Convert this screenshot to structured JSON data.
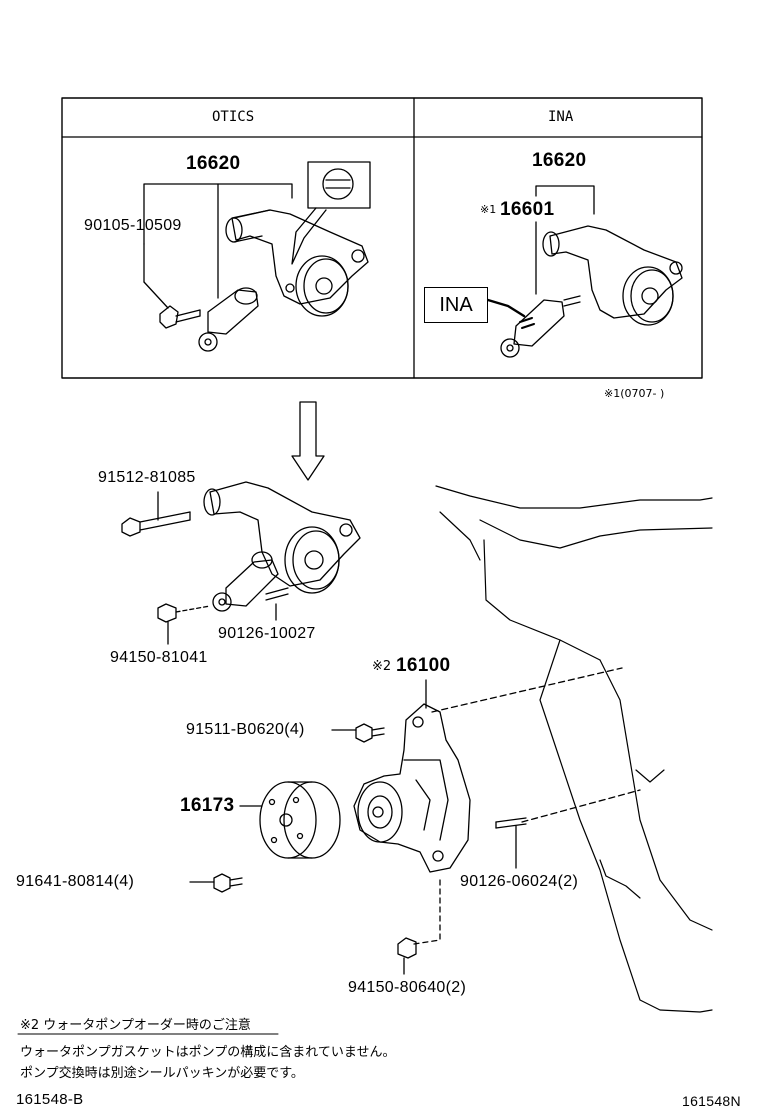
{
  "table": {
    "col1_header": "OTICS",
    "col2_header": "INA"
  },
  "otics": {
    "part_tensioner": "16620",
    "part_bolt": "90105-10509"
  },
  "ina": {
    "part_tensioner": "16620",
    "part_mark": "※1",
    "part_sub": "16601",
    "tag_label": "INA"
  },
  "footnote_1": "※1(0707-      )",
  "parts": {
    "bolt_long": "91512-81085",
    "stud_small": "90126-10027",
    "nut_small": "94150-81041",
    "pump_mark": "※2",
    "water_pump": "16100",
    "pump_bolt": "91511-B0620(4)",
    "pulley": "16173",
    "pulley_bolt": "91641-80814(4)",
    "stud_pump": "90126-06024(2)",
    "nut_pump": "94150-80640(2)"
  },
  "notes": {
    "heading": "※2 ウォータポンプオーダー時のご注意",
    "line1": "ウォータポンプガスケットはポンプの構成に含まれていません。",
    "line2": "ポンプ交換時は別途シールパッキンが必要です。"
  },
  "footer": {
    "left_code": "161548-B",
    "right_code": "161548N"
  }
}
